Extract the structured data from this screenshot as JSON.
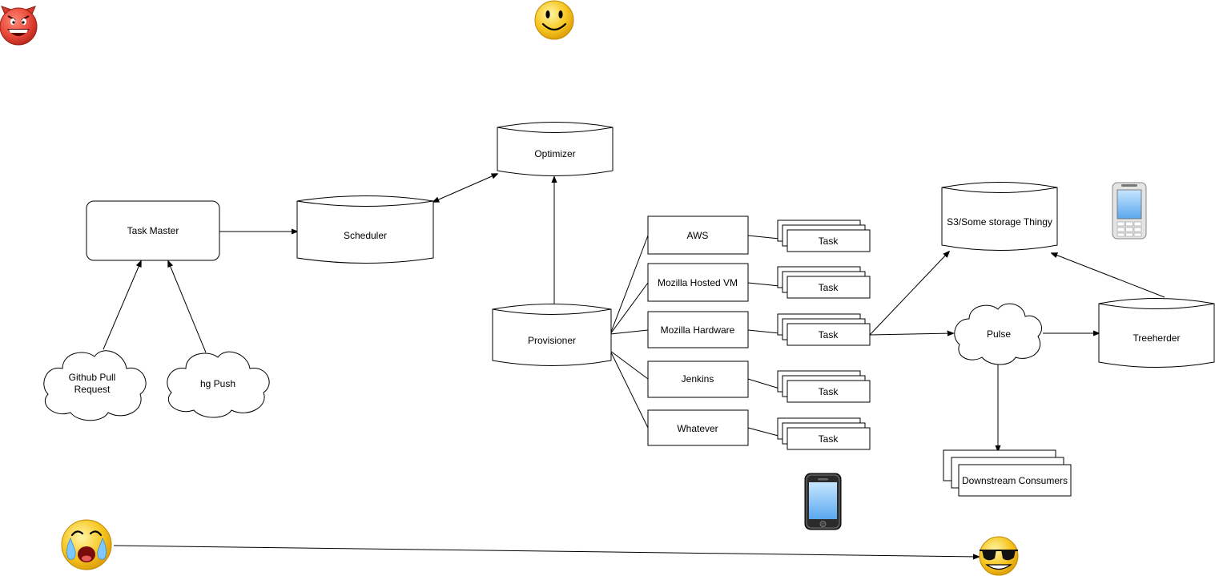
{
  "nodes": {
    "task_master": "Task Master",
    "scheduler": "Scheduler",
    "optimizer": "Optimizer",
    "provisioner": "Provisioner",
    "github_pull_request": [
      "Github Pull",
      "Request"
    ],
    "hg_push": "hg Push",
    "workers": {
      "aws": "AWS",
      "mozilla_hosted_vm": "Mozilla Hosted VM",
      "mozilla_hardware": "Mozilla Hardware",
      "jenkins": "Jenkins",
      "whatever": "Whatever"
    },
    "task_label": "Task",
    "s3_storage": "S3/Some storage Thingy",
    "pulse": "Pulse",
    "treeherder": "Treeherder",
    "downstream_consumers": "Downstream Consumers"
  },
  "icons": {
    "devil_face": "devil-emoji",
    "smiley_face": "smiley-emoji",
    "crying_face": "crying-emoji",
    "cool_face": "sunglasses-emoji",
    "feature_phone": "feature-phone",
    "smartphone": "smartphone"
  },
  "colors": {
    "stroke": "#000000",
    "fill": "#ffffff",
    "emoji_yellow": "#f7c620",
    "devil_red": "#e8493a",
    "phone_screen": "#8ec7f5"
  }
}
